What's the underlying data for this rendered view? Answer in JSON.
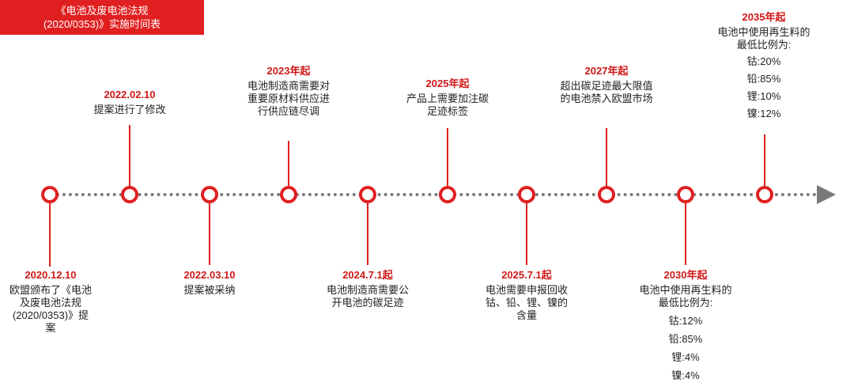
{
  "title": {
    "line1": "《电池及废电池法规",
    "line2": "(2020/0353)》实施时间表"
  },
  "events": [
    {
      "date": "2020.12.10",
      "text": "欧盟颁布了《电池及废电池法规(2020/0353)》提案"
    },
    {
      "date": "2022.02.10",
      "text": "提案进行了修改"
    },
    {
      "date": "2022.03.10",
      "text": "提案被采纳"
    },
    {
      "date": "2023年起",
      "text": "电池制造商需要对重要原材料供应进行供应链尽调"
    },
    {
      "date": "2024.7.1起",
      "text": "电池制造商需要公开电池的碳足迹"
    },
    {
      "date": "2025年起",
      "text": "产品上需要加注碳足迹标签"
    },
    {
      "date": "2025.7.1起",
      "text": "电池需要申报回收钴、铅、锂、镍的含量"
    },
    {
      "date": "2027年起",
      "text": "超出碳足迹最大限值的电池禁入欧盟市场"
    },
    {
      "date": "2030年起",
      "text": "电池中使用再生料的最低比例为:",
      "items": [
        "钴:12%",
        "铅:85%",
        "锂:4%",
        "镍:4%"
      ]
    },
    {
      "date": "2035年起",
      "text": "电池中使用再生料的最低比例为:",
      "items": [
        "钴:20%",
        "铅:85%",
        "锂:10%",
        "镍:12%"
      ]
    }
  ]
}
